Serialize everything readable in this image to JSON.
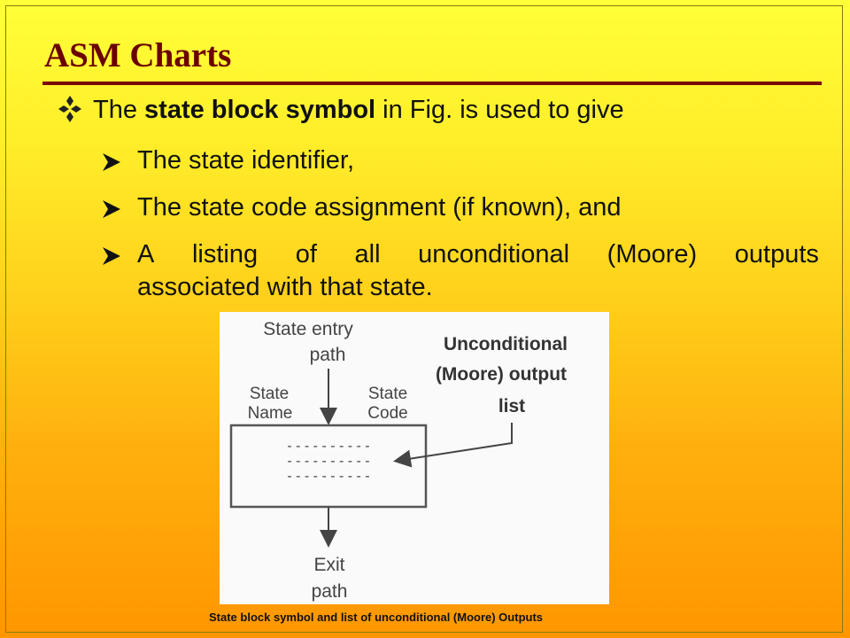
{
  "slide": {
    "title": "ASM Charts",
    "main_bullet": {
      "prefix": "The ",
      "bold": "state block symbol",
      "suffix": " in Fig. is used to give"
    },
    "sub_bullets": [
      "The state identifier,",
      "The state code assignment (if known), and"
    ],
    "last_bullet": {
      "words": [
        "A",
        "listing",
        "of",
        "all",
        "unconditional",
        "(Moore)",
        "outputs"
      ],
      "continuation": "associated with that state."
    }
  },
  "figure": {
    "entry_label_1": "State entry",
    "entry_label_2": "path",
    "state_name_1": "State",
    "state_name_2": "Name",
    "state_code_1": "State",
    "state_code_2": "Code",
    "output_label_1": "Unconditional",
    "output_label_2": "(Moore) output",
    "output_label_3": "list",
    "dash_line": "- - - - - - - - - -",
    "exit_label_1": "Exit",
    "exit_label_2": "path",
    "caption": "State block symbol and list of unconditional (Moore) Outputs"
  },
  "colors": {
    "title": "#6b0000",
    "rule": "#7a0a0a",
    "text": "#111111",
    "bg_top": "#ffff38",
    "bg_bottom": "#ff9600"
  },
  "icons": {
    "main_bullet": "four-diamond-icon",
    "sub_bullet": "arrow-right-icon"
  }
}
